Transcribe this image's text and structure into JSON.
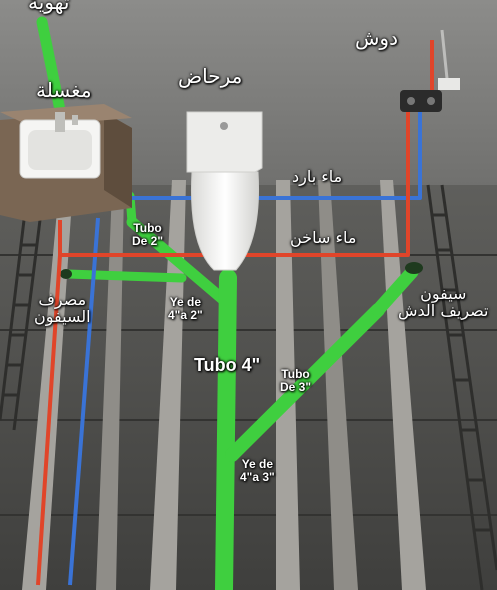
{
  "labels": {
    "vent": "تهوية",
    "sink": "مغسلة",
    "toilet": "مرحاض",
    "shower": "دوش",
    "cold_water": "ماء بارد",
    "hot_water": "ماء ساخن",
    "tube_2_l1": "Tubo",
    "tube_2_l2": "De 2\"",
    "ye_4_2_l1": "Ye de",
    "ye_4_2_l2": "4\"a 2\"",
    "tube_4": "Tubo 4\"",
    "tube_3_l1": "Tubo",
    "tube_3_l2": "De 3\"",
    "ye_4_3_l1": "Ye de",
    "ye_4_3_l2": "4\"a 3\"",
    "siphon_drain_l1": "مصرف",
    "siphon_drain_l2": "السيفون",
    "shower_drain_l1": "سيفون",
    "shower_drain_l2": "تصريف الدش"
  },
  "colors": {
    "drain_pipe": "#3fcf3f",
    "cold_pipe": "#3a73d6",
    "hot_pipe": "#e0452a",
    "floor": "#6b6b68",
    "joist": "#9a9893",
    "toilet": "#f3f3f1",
    "cabinet": "#8a7560"
  }
}
